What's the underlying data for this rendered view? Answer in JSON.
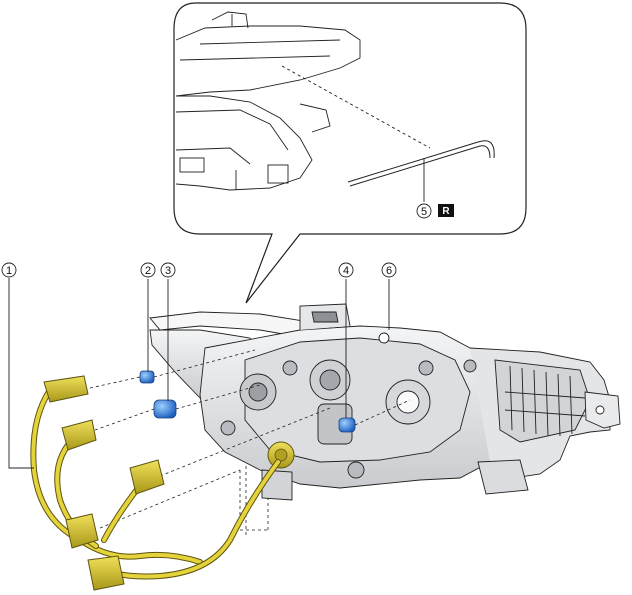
{
  "callouts": [
    {
      "id": "1",
      "label": "1"
    },
    {
      "id": "2",
      "label": "2"
    },
    {
      "id": "3",
      "label": "3"
    },
    {
      "id": "4",
      "label": "4"
    },
    {
      "id": "5",
      "label": "5"
    },
    {
      "id": "6",
      "label": "6"
    }
  ],
  "detail": {
    "badge": "R"
  },
  "colors": {
    "harness": "#d9c62a",
    "harness_dark": "#7a6e0a",
    "bulb_blue": "#2f7fe0",
    "housing": "#e9eaec",
    "housing_dark": "#9a9ca0",
    "outline": "#222222"
  }
}
